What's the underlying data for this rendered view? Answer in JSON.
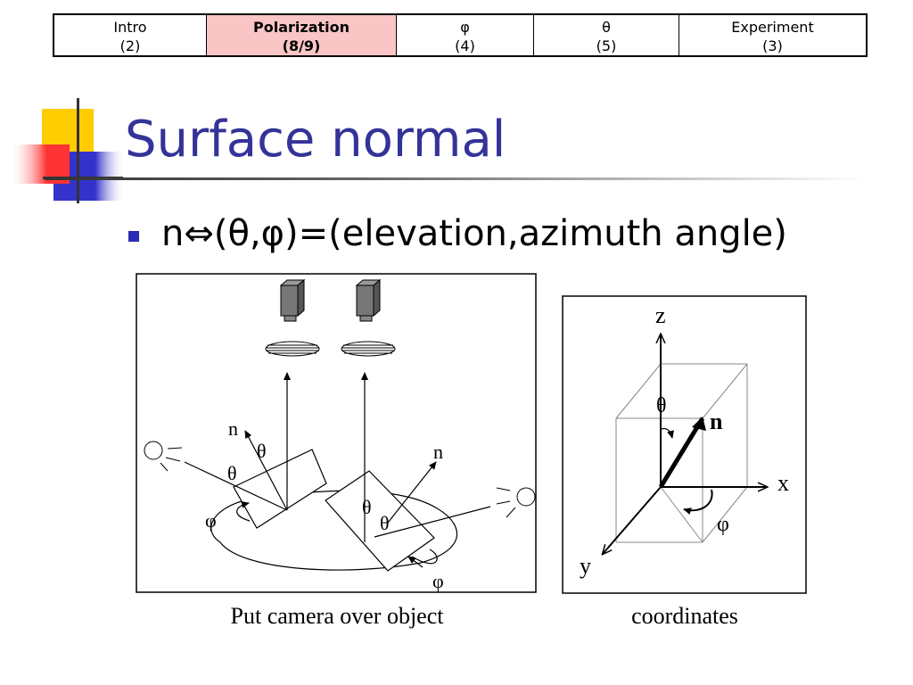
{
  "nav": {
    "tabs": [
      {
        "label": "Intro",
        "count": "(2)"
      },
      {
        "label": "Polarization",
        "count": "(8/9)"
      },
      {
        "label": "φ",
        "count": "(4)"
      },
      {
        "label": "θ",
        "count": "(5)"
      },
      {
        "label": "Experiment",
        "count": "(3)"
      }
    ]
  },
  "slide": {
    "title": "Surface normal",
    "bullet": "n⇔(θ,φ)=(elevation,azimuth angle)"
  },
  "figure_left": {
    "labels": {
      "n_left": "n",
      "theta_left_top": "θ",
      "theta_left_bottom": "θ",
      "phi_left": "φ",
      "n_right": "n",
      "theta_right_a": "θ",
      "theta_right_b": "θ",
      "phi_right": "φ"
    },
    "caption": "Put camera over object"
  },
  "figure_right": {
    "labels": {
      "z": "z",
      "x": "x",
      "y": "y",
      "theta": "θ",
      "n": "n",
      "phi": "φ"
    },
    "caption": "coordinates"
  },
  "colors": {
    "title": "#333399",
    "bullet": "#2b2bb5",
    "active_tab": "#f9c5c5",
    "deco_yellow": "#ffcc00",
    "deco_red": "#ff3333",
    "deco_blue": "#3333cc"
  }
}
